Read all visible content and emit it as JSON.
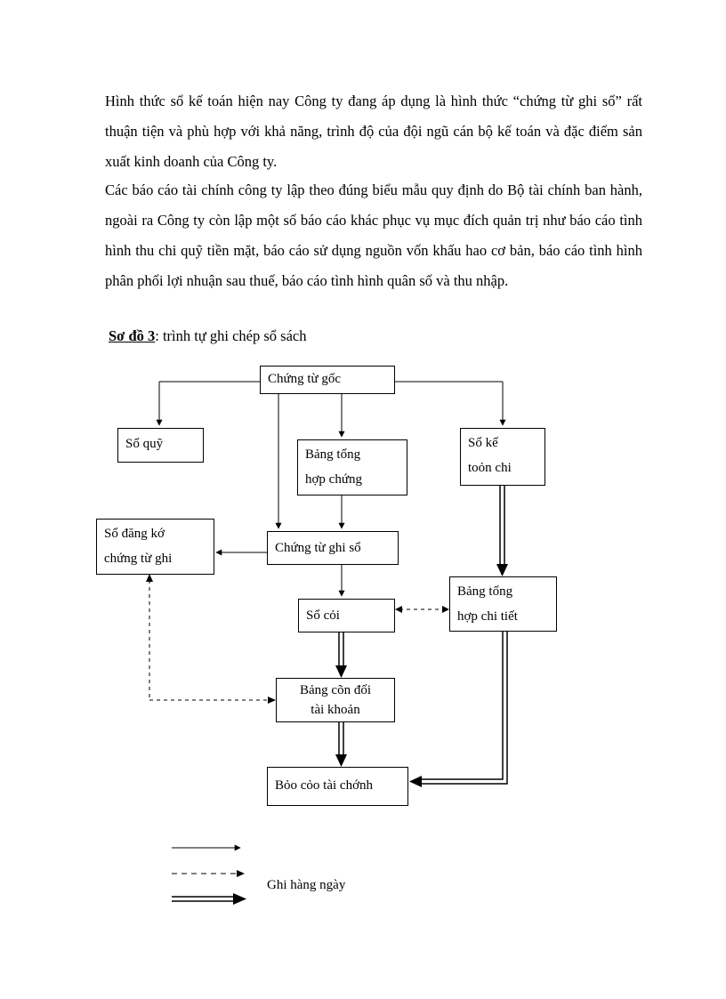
{
  "paragraphs": [
    "Hình thức sổ kế toán hiện nay Công ty đang áp dụng là hình thức “chứng từ ghi sổ” rất thuận tiện và phù hợp với khả năng, trình độ của đội ngũ cán bộ kế toán và đặc điểm sản xuất kinh doanh của Công ty.",
    "Các báo cáo tài chính công ty lập theo đúng biểu mẫu quy định do Bộ tài chính ban hành, ngoài ra Công ty còn lập một số báo cáo khác phục vụ mục đích quản trị như báo cáo tình hình thu chi quỹ tiền mặt, báo cáo sử dụng nguồn vốn khấu hao cơ bản, báo cáo tình hình phân phối lợi nhuận sau thuế, báo cáo tình hình quân số  và thu nhập."
  ],
  "caption": {
    "label": "Sơ đồ 3",
    "text": ": trình tự ghi chép sổ sách"
  },
  "boxes": {
    "chung_tu_goc": [
      "Chứng từ gốc"
    ],
    "so_quy": [
      "Sổ quỹ"
    ],
    "bang_tong_hop_chung": [
      "Bảng tổng",
      "hợp chứng"
    ],
    "so_ke_toan_chi": [
      "Sổ kế",
      "toỏn chi"
    ],
    "so_dang_ky": [
      "Sổ đăng kớ",
      "chứng từ ghi"
    ],
    "chung_tu_ghi_so": [
      "Chứng từ ghi sổ"
    ],
    "bang_tong_hop_chi_tiet": [
      "Bảng tổng",
      "hợp chi tiết"
    ],
    "so_cai": [
      "Sổ  cỏi"
    ],
    "bang_can_doi": [
      "Bảng cõn đối",
      "tài khoản"
    ],
    "bao_cao": [
      "Bỏo cỏo tài  chớnh"
    ]
  },
  "legend": {
    "text": "Ghi hàng ngày"
  }
}
